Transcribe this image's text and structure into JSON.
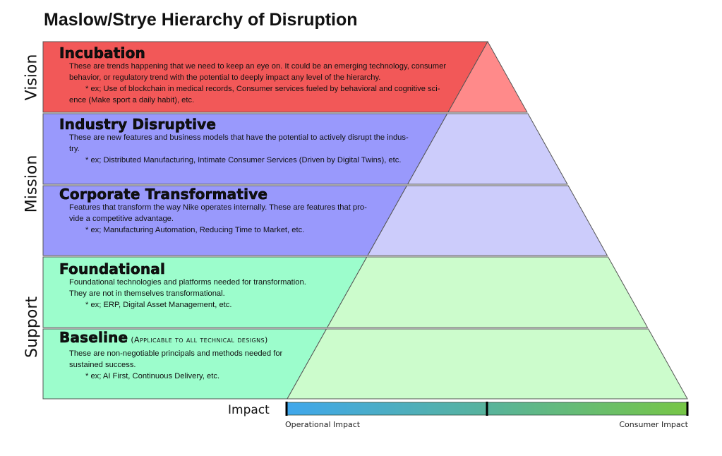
{
  "title": "Maslow/Strye Hierarchy of Disruption",
  "side_labels": [
    "Vision",
    "Mission",
    "Support"
  ],
  "colors": {
    "vision_left": "#f25858",
    "vision_right": "#ff8a8a",
    "mission_left": "#9999fc",
    "mission_right": "#ccccfb",
    "support_left": "#9cfdcc",
    "support_right": "#ccfccc",
    "outline": "#555555",
    "impact_start": "#3fa7ec",
    "impact_mid": "#58b39c",
    "impact_end": "#77c646"
  },
  "bands": [
    {
      "name": "Incubation",
      "subtitle": "",
      "level": "Vision",
      "desc_lines": [
        "These are trends happening that we need to keep an eye on. It could be an emerging technology, consumer",
        "behavior, or regulatory trend with the potential to deeply impact any level of the hierarchy."
      ],
      "example_line": "* ex; Use of blockchain in medical records, Consumer services fueled by behavioral and cognitive sci-",
      "example_cont": "ence (Make sport a daily habit), etc."
    },
    {
      "name": "Industry Disruptive",
      "subtitle": "",
      "level": "Mission",
      "desc_lines": [
        "These are new features and business models that have the potential to actively disrupt the indus-",
        "try."
      ],
      "example_line": "* ex; Distributed Manufacturing, Intimate Consumer Services (Driven by Digital Twins), etc.",
      "example_cont": ""
    },
    {
      "name": "Corporate Transformative",
      "subtitle": "",
      "level": "Mission",
      "desc_lines": [
        "Features that transform the way Nike operates internally. These are features that pro-",
        "vide a competitive advantage."
      ],
      "example_line": "* ex; Manufacturing Automation, Reducing Time to Market, etc.",
      "example_cont": ""
    },
    {
      "name": "Foundational",
      "subtitle": "",
      "level": "Support",
      "desc_lines": [
        "Foundational technologies and platforms needed for transformation.",
        "They are not in themselves transformational."
      ],
      "example_line": "* ex; ERP, Digital Asset Management, etc.",
      "example_cont": ""
    },
    {
      "name": "Baseline",
      "subtitle": "(Applicable to all technical designs)",
      "level": "Support",
      "desc_lines": [
        "These are non-negotiable principals and methods needed for",
        "sustained success."
      ],
      "example_line": "* ex; AI First, Continuous Delivery, etc.",
      "example_cont": ""
    }
  ],
  "impact": {
    "label": "Impact",
    "left_caption": "Operational Impact",
    "right_caption": "Consumer Impact"
  }
}
